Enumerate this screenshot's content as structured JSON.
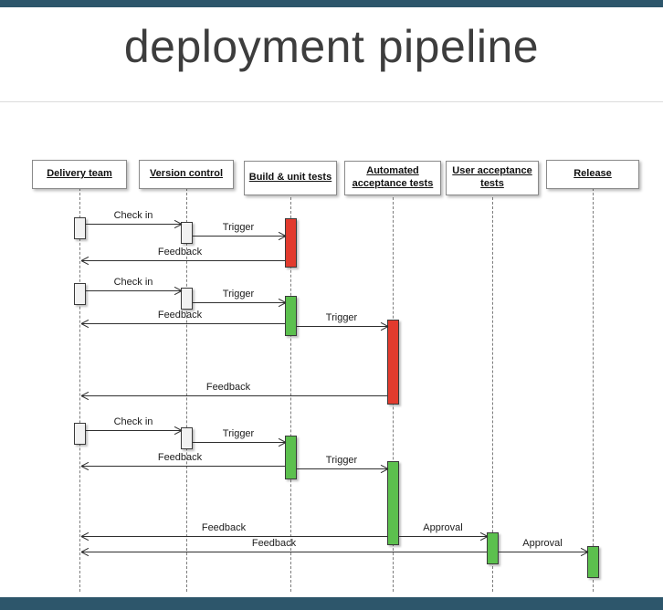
{
  "title": "deployment pipeline",
  "colors": {
    "band": "#2d566b",
    "fail": "#e23b2e",
    "pass": "#5cc04e",
    "neutral": "#f2f2f2"
  },
  "diagram": {
    "participants": [
      {
        "label": "Delivery team"
      },
      {
        "label": "Version control"
      },
      {
        "label": "Build & unit tests"
      },
      {
        "label": "Automated acceptance tests"
      },
      {
        "label": "User acceptance tests"
      },
      {
        "label": "Release"
      }
    ],
    "messages": [
      {
        "label": "Check in",
        "from": "Delivery team",
        "to": "Version control"
      },
      {
        "label": "Trigger",
        "from": "Version control",
        "to": "Build & unit tests"
      },
      {
        "label": "Feedback",
        "from": "Build & unit tests",
        "to": "Delivery team"
      },
      {
        "label": "Check in",
        "from": "Delivery team",
        "to": "Version control"
      },
      {
        "label": "Trigger",
        "from": "Version control",
        "to": "Build & unit tests"
      },
      {
        "label": "Feedback",
        "from": "Build & unit tests",
        "to": "Delivery team"
      },
      {
        "label": "Trigger",
        "from": "Build & unit tests",
        "to": "Automated acceptance tests"
      },
      {
        "label": "Feedback",
        "from": "Automated acceptance tests",
        "to": "Delivery team"
      },
      {
        "label": "Check in",
        "from": "Delivery team",
        "to": "Version control"
      },
      {
        "label": "Trigger",
        "from": "Version control",
        "to": "Build & unit tests"
      },
      {
        "label": "Feedback",
        "from": "Build & unit tests",
        "to": "Delivery team"
      },
      {
        "label": "Trigger",
        "from": "Build & unit tests",
        "to": "Automated acceptance tests"
      },
      {
        "label": "Feedback",
        "from": "Automated acceptance tests",
        "to": "Delivery team"
      },
      {
        "label": "Approval",
        "from": "Automated acceptance tests",
        "to": "User acceptance tests"
      },
      {
        "label": "Feedback",
        "from": "User acceptance tests",
        "to": "Delivery team"
      },
      {
        "label": "Approval",
        "from": "User acceptance tests",
        "to": "Release"
      }
    ],
    "activations": [
      {
        "participant": "Delivery team",
        "status": "neutral"
      },
      {
        "participant": "Version control",
        "status": "neutral"
      },
      {
        "participant": "Build & unit tests",
        "status": "fail"
      },
      {
        "participant": "Delivery team",
        "status": "neutral"
      },
      {
        "participant": "Version control",
        "status": "neutral"
      },
      {
        "participant": "Build & unit tests",
        "status": "pass"
      },
      {
        "participant": "Automated acceptance tests",
        "status": "fail"
      },
      {
        "participant": "Delivery team",
        "status": "neutral"
      },
      {
        "participant": "Version control",
        "status": "neutral"
      },
      {
        "participant": "Build & unit tests",
        "status": "pass"
      },
      {
        "participant": "Automated acceptance tests",
        "status": "pass"
      },
      {
        "participant": "User acceptance tests",
        "status": "pass"
      },
      {
        "participant": "Release",
        "status": "pass"
      }
    ]
  }
}
